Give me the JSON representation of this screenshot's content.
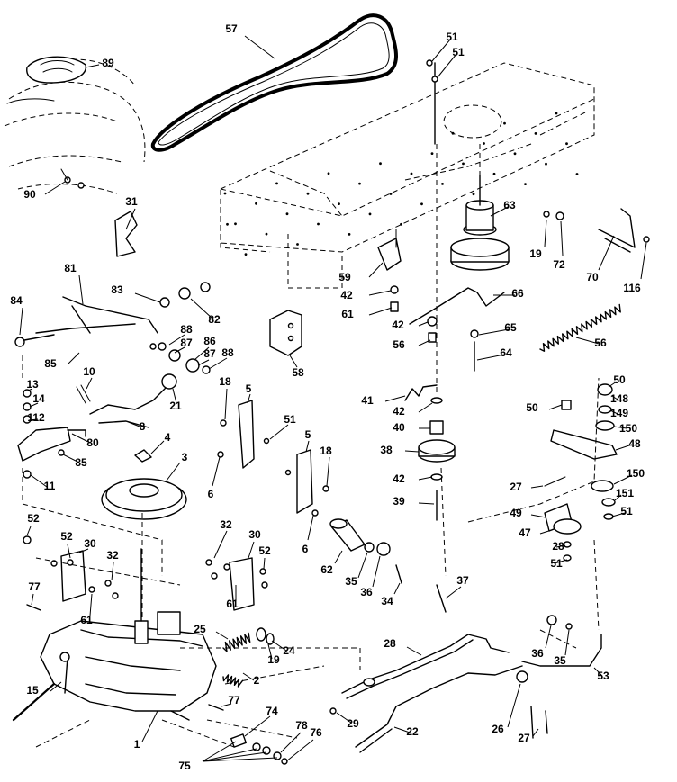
{
  "callouts": [
    {
      "id": "c89",
      "label": "89"
    },
    {
      "id": "c57",
      "label": "57"
    },
    {
      "id": "c51a",
      "label": "51"
    },
    {
      "id": "c51b",
      "label": "51"
    },
    {
      "id": "c90",
      "label": "90"
    },
    {
      "id": "c31",
      "label": "31"
    },
    {
      "id": "c63",
      "label": "63"
    },
    {
      "id": "c19a",
      "label": "19"
    },
    {
      "id": "c72",
      "label": "72"
    },
    {
      "id": "c70",
      "label": "70"
    },
    {
      "id": "c116",
      "label": "116"
    },
    {
      "id": "c59",
      "label": "59"
    },
    {
      "id": "c81",
      "label": "81"
    },
    {
      "id": "c83",
      "label": "83"
    },
    {
      "id": "c82",
      "label": "82"
    },
    {
      "id": "c42a",
      "label": "42"
    },
    {
      "id": "c66",
      "label": "66"
    },
    {
      "id": "c84",
      "label": "84"
    },
    {
      "id": "c88a",
      "label": "88"
    },
    {
      "id": "c87a",
      "label": "87"
    },
    {
      "id": "c86",
      "label": "86"
    },
    {
      "id": "c87b",
      "label": "87"
    },
    {
      "id": "c88b",
      "label": "88"
    },
    {
      "id": "c61a",
      "label": "61"
    },
    {
      "id": "c42b",
      "label": "42"
    },
    {
      "id": "c65a",
      "label": "65"
    },
    {
      "id": "c56a",
      "label": "56"
    },
    {
      "id": "c64",
      "label": "64"
    },
    {
      "id": "c56b",
      "label": "56"
    },
    {
      "id": "c85a",
      "label": "85"
    },
    {
      "id": "c58",
      "label": "58"
    },
    {
      "id": "c10",
      "label": "10"
    },
    {
      "id": "c13",
      "label": "13"
    },
    {
      "id": "c18a",
      "label": "18"
    },
    {
      "id": "c5a",
      "label": "5"
    },
    {
      "id": "c21",
      "label": "21"
    },
    {
      "id": "c14",
      "label": "14"
    },
    {
      "id": "c41",
      "label": "41"
    },
    {
      "id": "c42c",
      "label": "42"
    },
    {
      "id": "c50a",
      "label": "50"
    },
    {
      "id": "c50b",
      "label": "50"
    },
    {
      "id": "c148",
      "label": "148"
    },
    {
      "id": "c149",
      "label": "149"
    },
    {
      "id": "c150a",
      "label": "150"
    },
    {
      "id": "c112",
      "label": "112"
    },
    {
      "id": "c8",
      "label": "8"
    },
    {
      "id": "c51c",
      "label": "51"
    },
    {
      "id": "c40",
      "label": "40"
    },
    {
      "id": "c80",
      "label": "80"
    },
    {
      "id": "c4",
      "label": "4"
    },
    {
      "id": "c5b",
      "label": "5"
    },
    {
      "id": "c48",
      "label": "48"
    },
    {
      "id": "c38",
      "label": "38"
    },
    {
      "id": "c18b",
      "label": "18"
    },
    {
      "id": "c85b",
      "label": "85"
    },
    {
      "id": "c3",
      "label": "3"
    },
    {
      "id": "c150b",
      "label": "150"
    },
    {
      "id": "c11",
      "label": "11"
    },
    {
      "id": "c6a",
      "label": "6"
    },
    {
      "id": "c42d",
      "label": "42"
    },
    {
      "id": "c27a",
      "label": "27"
    },
    {
      "id": "c151",
      "label": "151"
    },
    {
      "id": "c39",
      "label": "39"
    },
    {
      "id": "c49",
      "label": "49"
    },
    {
      "id": "c51d",
      "label": "51"
    },
    {
      "id": "c52a",
      "label": "52"
    },
    {
      "id": "c6b",
      "label": "6"
    },
    {
      "id": "c47",
      "label": "47"
    },
    {
      "id": "c28",
      "label": "28"
    },
    {
      "id": "c32a",
      "label": "32"
    },
    {
      "id": "c30a",
      "label": "30"
    },
    {
      "id": "c52b",
      "label": "52"
    },
    {
      "id": "c30b",
      "label": "30"
    },
    {
      "id": "c32b",
      "label": "32"
    },
    {
      "id": "c62",
      "label": "62"
    },
    {
      "id": "c51e",
      "label": "51"
    },
    {
      "id": "c52c",
      "label": "52"
    },
    {
      "id": "c35a",
      "label": "35"
    },
    {
      "id": "c36a",
      "label": "36"
    },
    {
      "id": "c34",
      "label": "34"
    },
    {
      "id": "c37",
      "label": "37"
    },
    {
      "id": "c77a",
      "label": "77"
    },
    {
      "id": "c61b",
      "label": "61"
    },
    {
      "id": "c61c",
      "label": "61"
    },
    {
      "id": "c25",
      "label": "25"
    },
    {
      "id": "c24",
      "label": "24"
    },
    {
      "id": "c19b",
      "label": "19"
    },
    {
      "id": "c28b",
      "label": "28"
    },
    {
      "id": "c36b",
      "label": "36"
    },
    {
      "id": "c35b",
      "label": "35"
    },
    {
      "id": "c2",
      "label": "2"
    },
    {
      "id": "c15",
      "label": "15"
    },
    {
      "id": "c77b",
      "label": "77"
    },
    {
      "id": "c53",
      "label": "53"
    },
    {
      "id": "c29",
      "label": "29"
    },
    {
      "id": "c74",
      "label": "74"
    },
    {
      "id": "c1",
      "label": "1"
    },
    {
      "id": "c78",
      "label": "78"
    },
    {
      "id": "c76",
      "label": "76"
    },
    {
      "id": "c22",
      "label": "22"
    },
    {
      "id": "c26",
      "label": "26"
    },
    {
      "id": "c27b",
      "label": "27"
    },
    {
      "id": "c75",
      "label": "75"
    }
  ]
}
